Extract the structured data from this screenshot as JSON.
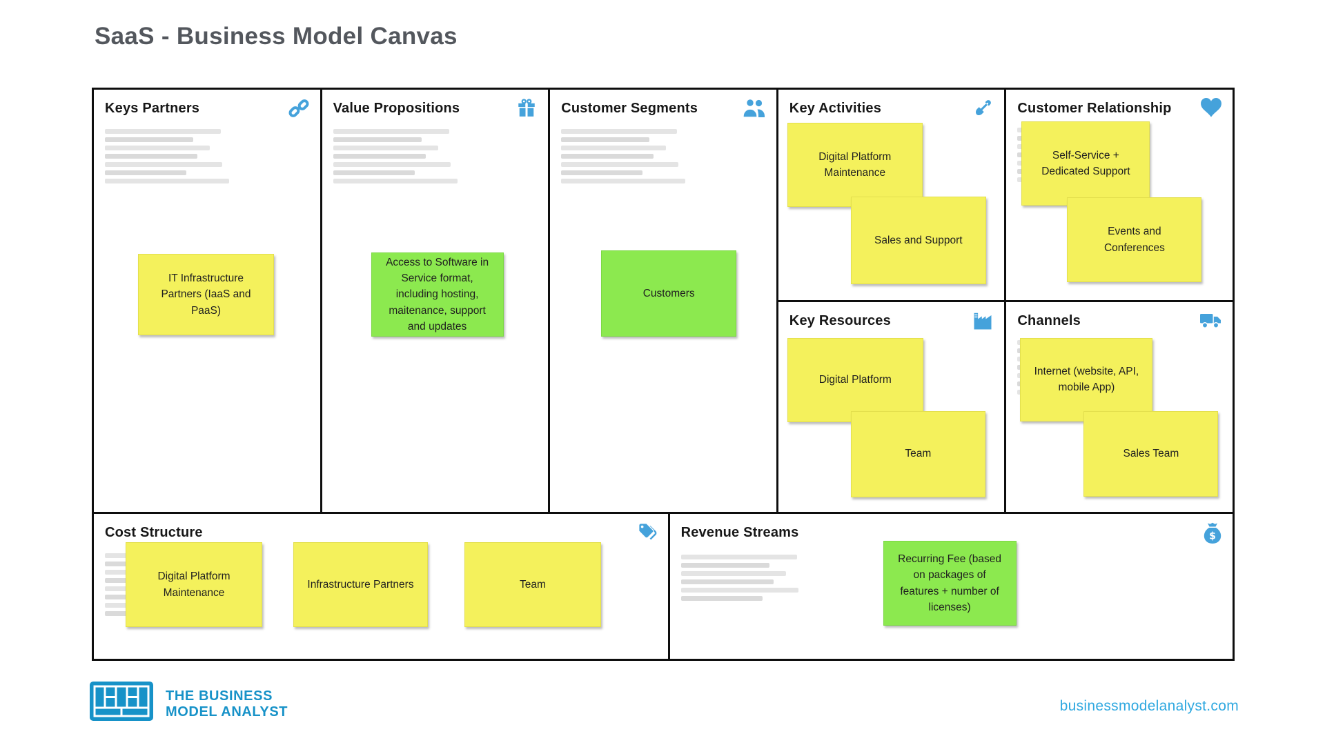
{
  "page_title": "SaaS - Business Model Canvas",
  "colors": {
    "accent_blue": "#45a2db",
    "note_yellow": "#f4f15c",
    "note_green": "#8ce94f",
    "logo_blue": "#1792c8",
    "url_blue": "#2fa8e0",
    "border_black": "#0e0e0e"
  },
  "sections": {
    "key_partners": {
      "title": "Keys Partners",
      "icon": "link-icon",
      "notes": [
        {
          "text": "IT Infrastructure Partners (IaaS and PaaS)",
          "color": "yellow"
        }
      ]
    },
    "key_activities": {
      "title": "Key Activities",
      "icon": "shovel-icon",
      "notes": [
        {
          "text": "Digital Platform Maintenance",
          "color": "yellow"
        },
        {
          "text": "Sales and Support",
          "color": "yellow"
        }
      ]
    },
    "key_resources": {
      "title": "Key Resources",
      "icon": "factory-icon",
      "notes": [
        {
          "text": "Digital Platform",
          "color": "yellow"
        },
        {
          "text": "Team",
          "color": "yellow"
        }
      ]
    },
    "value_propositions": {
      "title": "Value Propositions",
      "icon": "gift-icon",
      "notes": [
        {
          "text": "Access to Software in Service format, including hosting, maitenance, support and updates",
          "color": "green"
        }
      ]
    },
    "customer_relationship": {
      "title": "Customer Relationship",
      "icon": "heart-icon",
      "notes": [
        {
          "text": "Self-Service + Dedicated Support",
          "color": "yellow"
        },
        {
          "text": "Events and Conferences",
          "color": "yellow"
        }
      ]
    },
    "channels": {
      "title": "Channels",
      "icon": "truck-icon",
      "notes": [
        {
          "text": "Internet (website, API, mobile App)",
          "color": "yellow"
        },
        {
          "text": "Sales Team",
          "color": "yellow"
        }
      ]
    },
    "customer_segments": {
      "title": "Customer Segments",
      "icon": "people-icon",
      "notes": [
        {
          "text": "Customers",
          "color": "green"
        }
      ]
    },
    "cost_structure": {
      "title": "Cost Structure",
      "icon": "tag-icon",
      "notes": [
        {
          "text": "Digital Platform Maintenance",
          "color": "yellow"
        },
        {
          "text": "Infrastructure Partners",
          "color": "yellow"
        },
        {
          "text": "Team",
          "color": "yellow"
        }
      ]
    },
    "revenue_streams": {
      "title": "Revenue Streams",
      "icon": "money-bag-icon",
      "notes": [
        {
          "text": "Recurring Fee (based on packages of features + number of licenses)",
          "color": "green"
        }
      ]
    }
  },
  "footer": {
    "brand_line1": "THE BUSINESS",
    "brand_line2": "MODEL ANALYST",
    "website": "businessmodelanalyst.com"
  }
}
